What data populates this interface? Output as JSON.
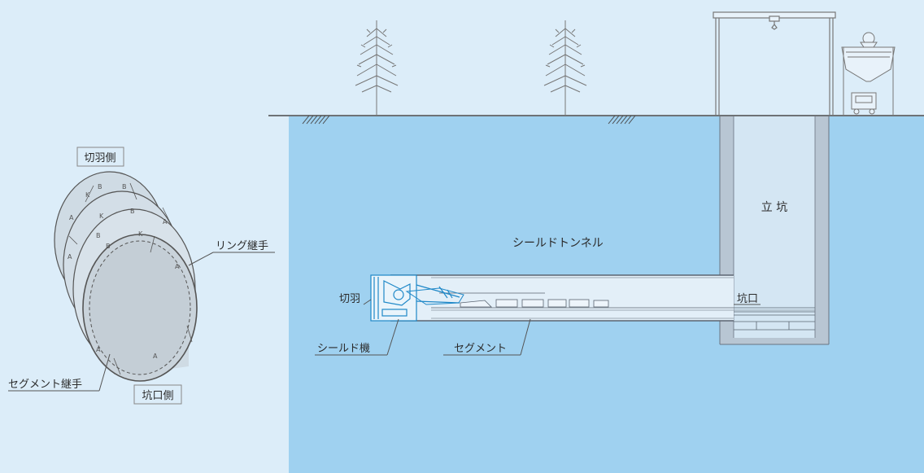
{
  "colors": {
    "background": "#dcedf9",
    "ground": "#9fd1f0",
    "shaft": "#cde4f3",
    "line": "#5a6470",
    "machine": "#1e88c8"
  },
  "labels": {
    "face_side": "切羽側",
    "portal_side": "坑口側",
    "ring_joint": "リング継手",
    "segment_joint": "セグメント継手",
    "shield_tunnel": "シールドトンネル",
    "vertical_shaft": "立 坑",
    "face": "切羽",
    "portal": "坑口",
    "shield_machine": "シールド機",
    "segment": "セグメント"
  },
  "segment_letters": [
    "K",
    "B",
    "B",
    "A",
    "A",
    "K",
    "B",
    "B",
    "A",
    "A",
    "K",
    "B",
    "A",
    "A"
  ]
}
